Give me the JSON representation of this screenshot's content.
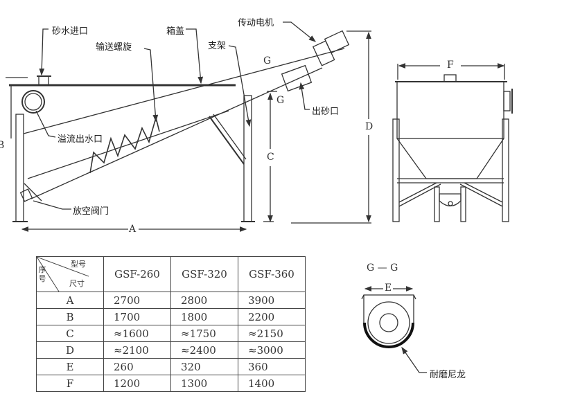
{
  "side_view": {
    "labels": {
      "inlet": "砂水进口",
      "cover": "箱盖",
      "screw": "输送螺旋",
      "frame": "支架",
      "motor": "传动电机",
      "section_g1": "G",
      "section_g2": "G",
      "sand_outlet": "出砂口",
      "overflow": "溢流出水口",
      "drain_valve": "放空阀门"
    },
    "dims": {
      "a": "A",
      "b": "B",
      "c": "C",
      "d": "D"
    }
  },
  "end_view": {
    "dims": {
      "f": "F"
    }
  },
  "section_view": {
    "title": "G — G",
    "dims": {
      "e": "E"
    },
    "labels": {
      "liner": "耐磨尼龙"
    }
  },
  "spec_table": {
    "corner": {
      "model": "型号",
      "size": "尺寸",
      "index": "序号"
    },
    "columns": [
      "GSF-260",
      "GSF-320",
      "GSF-360"
    ],
    "rows": [
      {
        "key": "A",
        "values": [
          "2700",
          "2800",
          "3900"
        ]
      },
      {
        "key": "B",
        "values": [
          "1700",
          "1800",
          "2200"
        ]
      },
      {
        "key": "C",
        "values": [
          "≈1600",
          "≈1750",
          "≈2150"
        ]
      },
      {
        "key": "D",
        "values": [
          "≈2100",
          "≈2400",
          "≈3000"
        ]
      },
      {
        "key": "E",
        "values": [
          "260",
          "320",
          "360"
        ]
      },
      {
        "key": "F",
        "values": [
          "1200",
          "1300",
          "1400"
        ]
      }
    ]
  }
}
